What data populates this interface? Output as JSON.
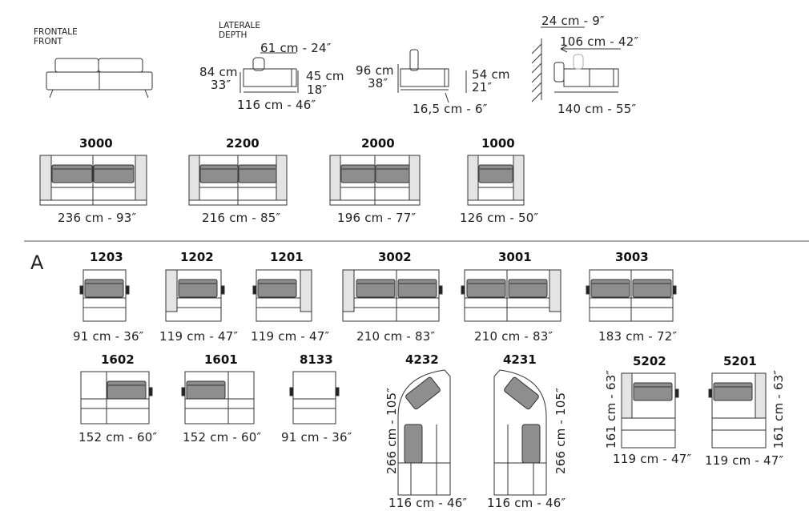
{
  "views": {
    "front_label": [
      "FRONTALE",
      "FRONT"
    ],
    "depth_label": [
      "LATERALE",
      "DEPTH"
    ]
  },
  "side1": {
    "top": "61 cm - 24″",
    "height_cm": "84 cm",
    "height_in": "33″",
    "seat_cm": "45 cm",
    "seat_in": "18″",
    "depth": "116 cm - 46″"
  },
  "side2": {
    "height_cm": "96 cm",
    "height_in": "38″",
    "seat_cm": "54 cm",
    "seat_in": "21″",
    "bottom": "16,5 cm - 6″"
  },
  "side3": {
    "wall": "24 cm - 9″",
    "arrow": "106 cm - 42″",
    "depth": "140 cm - 55″"
  },
  "sofas": [
    {
      "code": "3000",
      "dim": "236 cm - 93″"
    },
    {
      "code": "2200",
      "dim": "216 cm - 85″"
    },
    {
      "code": "2000",
      "dim": "196 cm - 77″"
    },
    {
      "code": "1000",
      "dim": "126 cm - 50″"
    }
  ],
  "section": "A",
  "modules_row1": [
    {
      "code": "1203",
      "dim": "91 cm - 36″"
    },
    {
      "code": "1202",
      "dim": "119 cm - 47″"
    },
    {
      "code": "1201",
      "dim": "119 cm - 47″"
    },
    {
      "code": "3002",
      "dim": "210 cm - 83″"
    },
    {
      "code": "3001",
      "dim": "210 cm - 83″"
    },
    {
      "code": "3003",
      "dim": "183 cm - 72″"
    }
  ],
  "modules_row2": [
    {
      "code": "1602",
      "dim": "152 cm - 60″"
    },
    {
      "code": "1601",
      "dim": "152 cm - 60″"
    },
    {
      "code": "8133",
      "dim": "91 cm - 36″"
    },
    {
      "code": "4232",
      "dim": "116 cm - 46″",
      "vdim": "266 cm - 105″"
    },
    {
      "code": "4231",
      "dim": "116 cm - 46″",
      "vdim": "266 cm - 105″"
    },
    {
      "code": "5202",
      "dim": "119 cm - 47″",
      "vdim": "161 cm - 63″"
    },
    {
      "code": "5201",
      "dim": "119 cm - 47″",
      "vdim": "161 cm - 63″"
    }
  ],
  "colors": {
    "headrest": "#8e8e8e",
    "arm": "#e4e4e4",
    "line": "#333333"
  }
}
